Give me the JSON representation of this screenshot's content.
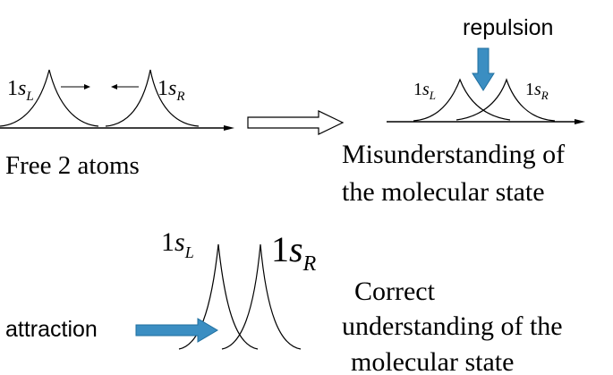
{
  "labels": {
    "free_left_orbital": {
      "prefix": "1",
      "letter": "s",
      "sub": "L"
    },
    "free_right_orbital": {
      "prefix": "1",
      "letter": "s",
      "sub": "R"
    },
    "mis_left_orbital": {
      "prefix": "1",
      "letter": "s",
      "sub": "L"
    },
    "mis_right_orbital": {
      "prefix": "1",
      "letter": "s",
      "sub": "R"
    },
    "cor_left_orbital": {
      "prefix": "1",
      "letter": "s",
      "sub": "L"
    },
    "cor_right_orbital": {
      "prefix": "1",
      "letter": "s",
      "sub": "R"
    },
    "free_atoms": "Free 2 atoms",
    "misunderstanding_line1": "Misunderstanding of",
    "misunderstanding_line2": "the molecular state",
    "repulsion": "repulsion",
    "attraction": "attraction",
    "correct_line1": "Correct",
    "correct_line2": "understanding of the",
    "correct_line3": "molecular state"
  },
  "colors": {
    "stroke": "#000000",
    "arrow_blue": "#3b8ec2",
    "arrow_blue_edge": "#1f6f9f",
    "background": "#ffffff"
  }
}
